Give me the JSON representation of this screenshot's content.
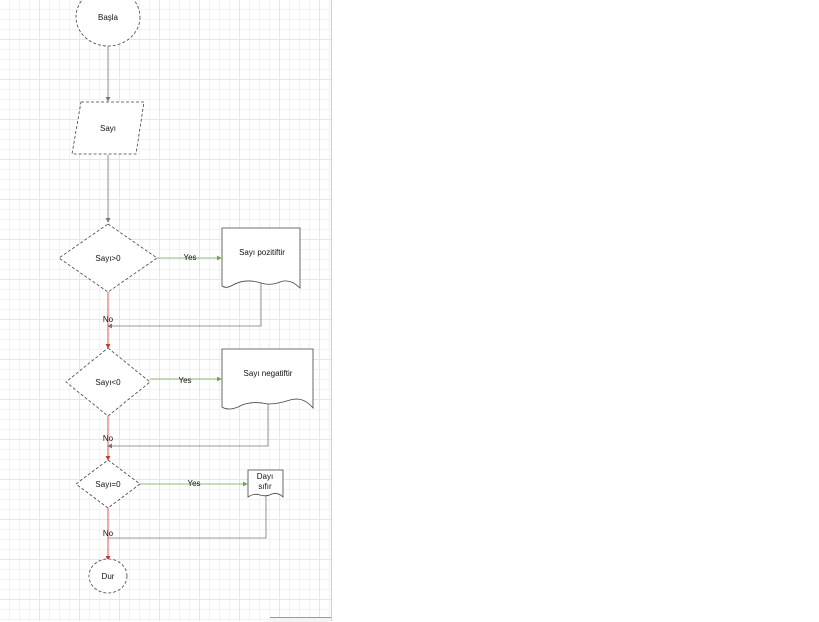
{
  "diagram": {
    "start": "Başla",
    "input": "Sayı",
    "decision1": "Sayı>0",
    "decision2": "Sayı<0",
    "decision3": "Sayı=0",
    "output1": "Sayı pozitiftir",
    "output2": "Sayı negatiftir",
    "output3_line1": "Dayı",
    "output3_line2": "sıfır",
    "end": "Dur",
    "yes_label": "Yes",
    "no_label": "No"
  },
  "colors": {
    "yes_edge": "#6aa84f",
    "no_edge": "#cc3333",
    "edge": "#777777"
  }
}
